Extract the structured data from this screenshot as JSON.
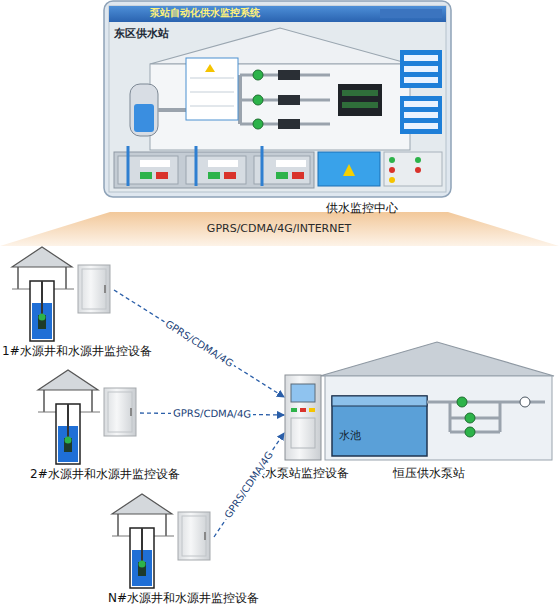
{
  "diagram": {
    "nodes": [
      {
        "text": [
          "泵站自动化供水监控系统",
          "东区供水站",
          "供水监控中心"
        ]
      },
      {
        "text": [
          "1#水源井和水源井监控设备"
        ]
      },
      {
        "text": [
          "2#水源井和水源井监控设备"
        ]
      },
      {
        "text": [
          "N#水源井和水源井监控设备"
        ]
      },
      {
        "text": [
          "供水泵站监控设备"
        ]
      },
      {
        "text": [
          "水池",
          "恒压供水泵站"
        ]
      }
    ],
    "edges": [
      {
        "from": 1,
        "to": 4,
        "label": "GPRS/CDMA/4G",
        "arrow": "to"
      },
      {
        "from": 2,
        "to": 4,
        "label": "GPRS/CDMA/4G",
        "arrow": "to"
      },
      {
        "from": 3,
        "to": 4,
        "label": "GPRS/CDMA/4G",
        "arrow": "to"
      }
    ],
    "labels": [
      "GPRS/CDMA/4G/INTERNET"
    ]
  }
}
